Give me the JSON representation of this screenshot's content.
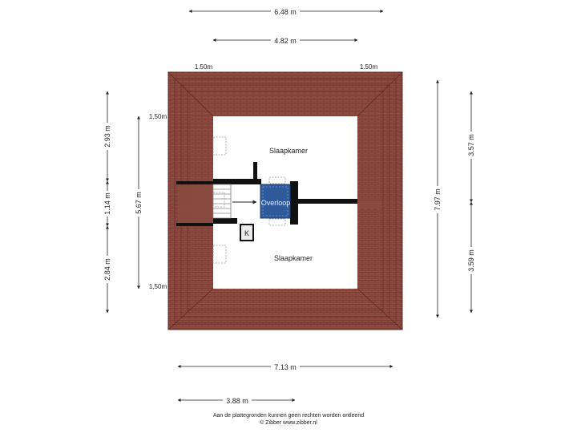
{
  "dimensions": {
    "top_outer": "6.48 m",
    "top_inner": "4.82 m",
    "roof_left": "1.50m",
    "roof_right": "1.50m",
    "left_top": "2.93 m",
    "left_mid": "1.14 m",
    "left_bottom": "2.84 m",
    "left_total": "5.67 m",
    "inner_left_top": "1,50m",
    "inner_left_bottom": "1,50m",
    "right_total": "7.97 m",
    "right_top": "3.57 m",
    "right_bottom": "3.59 m",
    "bottom_outer": "7.13 m",
    "bottom_inner": "3.88 m"
  },
  "rooms": {
    "bedroom_top": "Slaapkamer",
    "bedroom_bottom": "Slaapkamer",
    "landing": "Overloop",
    "closet": "K"
  },
  "footer": {
    "disclaimer": "Aan de plattegronden kunnen geen rechten worden ontleend",
    "copyright": "© Zibber www.zibber.nl"
  },
  "colors": {
    "roof": "#8e4a40",
    "roof_line": "#6a3029",
    "floor": "#ffffff",
    "wall": "#111111",
    "landing": "#2e5a9c"
  }
}
